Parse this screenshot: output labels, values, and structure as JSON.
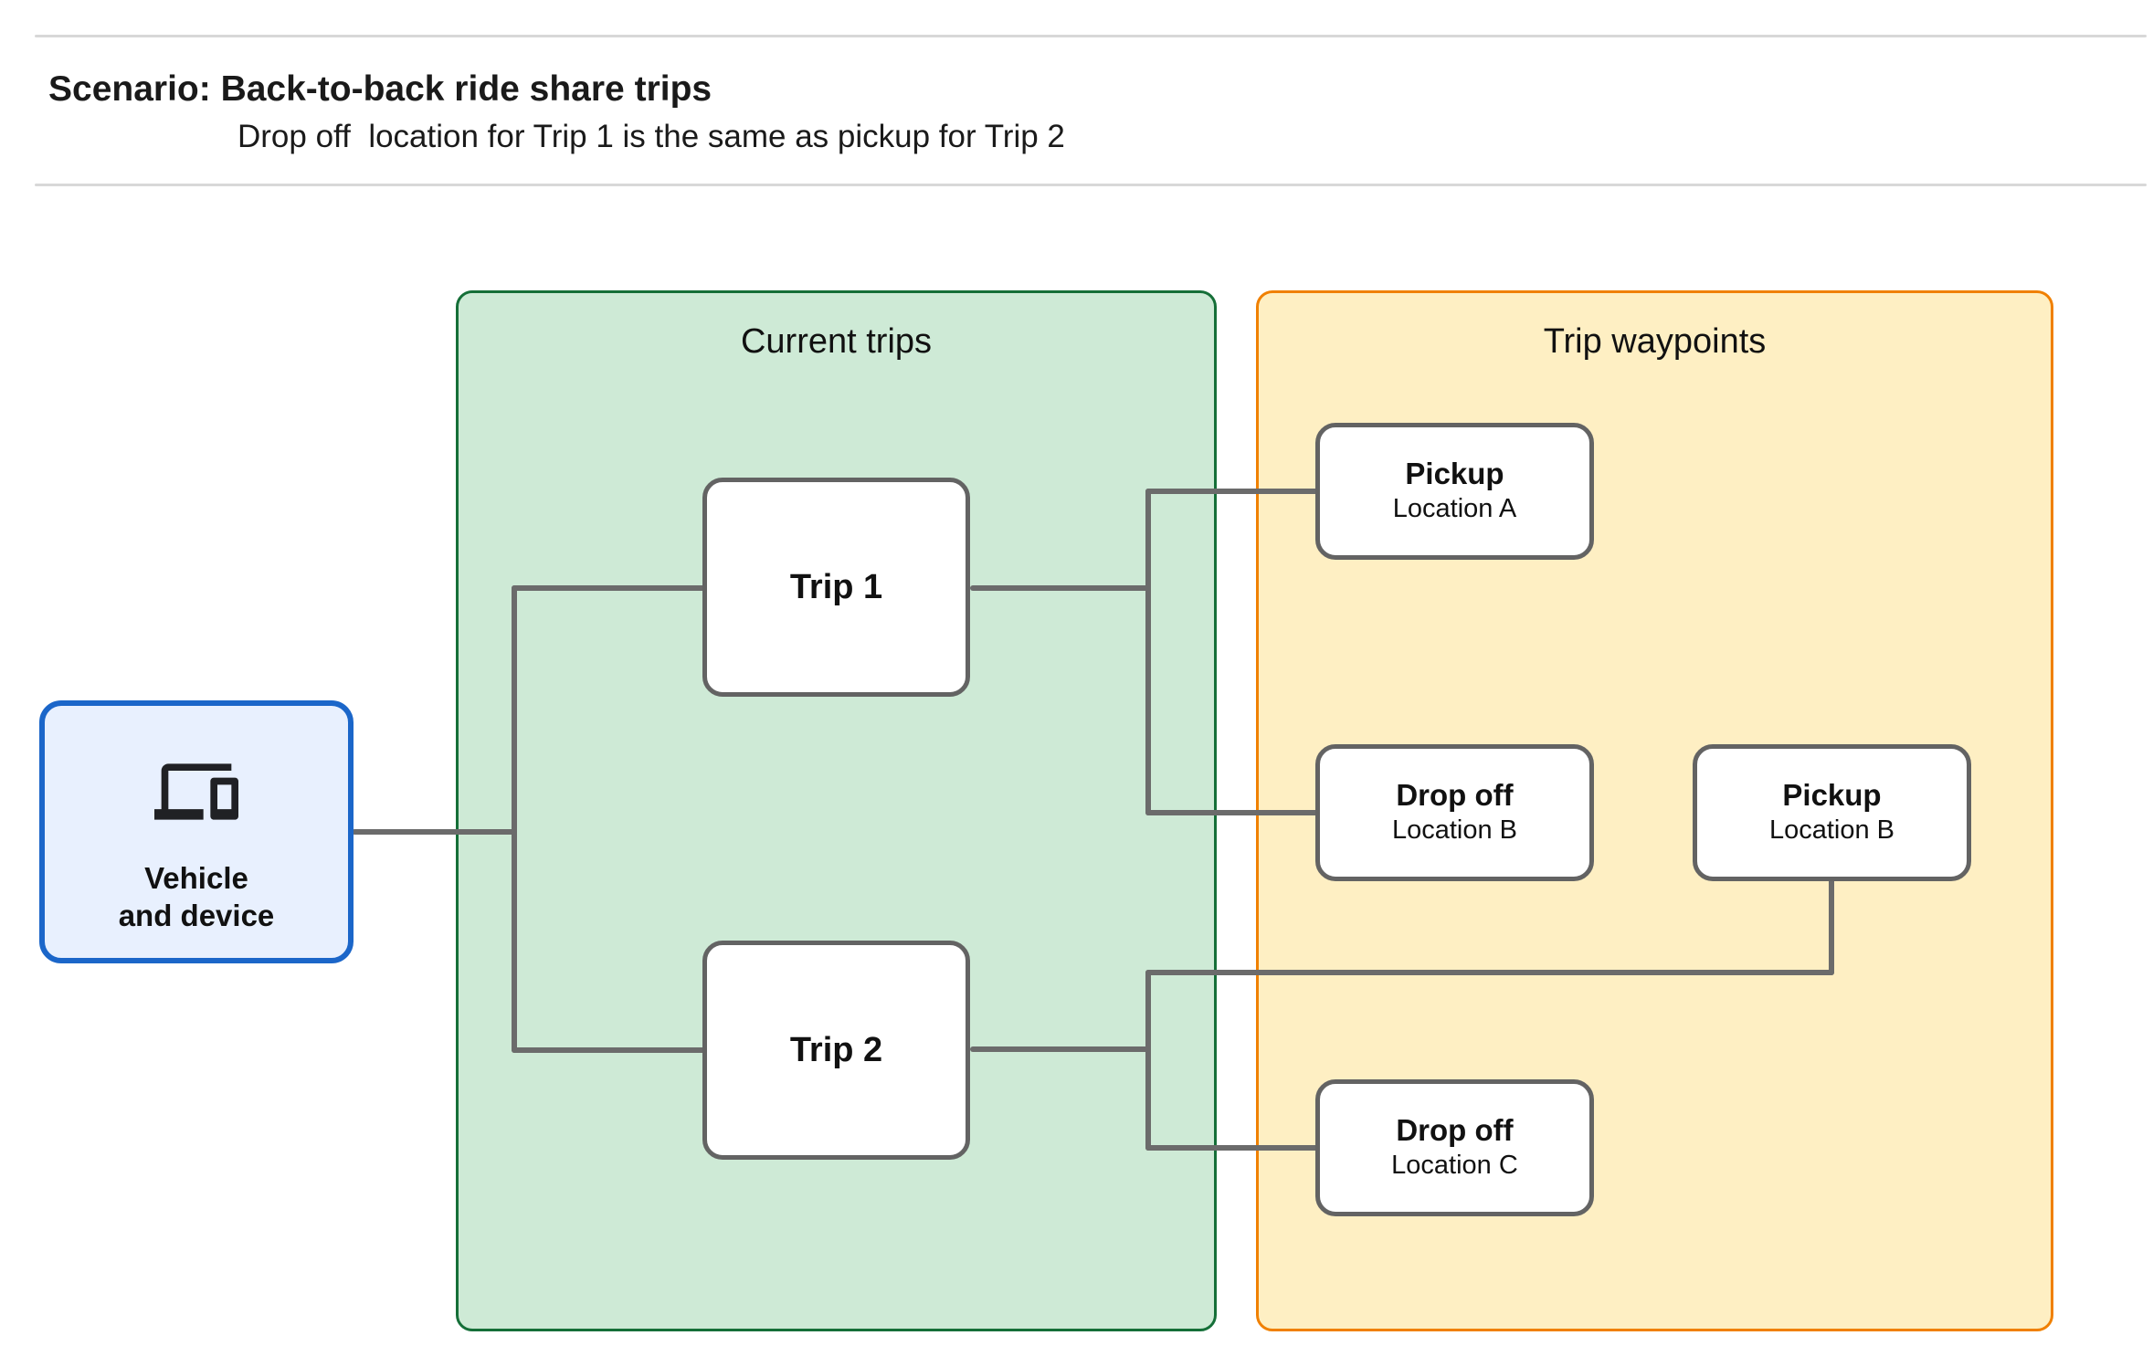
{
  "header": {
    "title": "Scenario: Back-to-back ride share trips",
    "subtitle": "Drop off  location for Trip 1 is the same as pickup for Trip 2"
  },
  "diagram": {
    "vehicle": {
      "icon": "devices-icon",
      "line1": "Vehicle",
      "line2": "and device"
    },
    "groups": {
      "current_trips": {
        "title": "Current trips"
      },
      "trip_waypoints": {
        "title": "Trip waypoints"
      }
    },
    "trips": [
      {
        "label": "Trip 1"
      },
      {
        "label": "Trip 2"
      }
    ],
    "waypoints": [
      {
        "title": "Pickup",
        "subtitle": "Location A"
      },
      {
        "title": "Drop off",
        "subtitle": "Location B"
      },
      {
        "title": "Pickup",
        "subtitle": "Location B"
      },
      {
        "title": "Drop off",
        "subtitle": "Location C"
      }
    ]
  },
  "colors": {
    "vehicle_fill": "#e8f0fe",
    "vehicle_border": "#1b66c9",
    "current_trips_fill": "#ceead6",
    "current_trips_border": "#156f38",
    "trip_waypoints_fill": "#feefc3",
    "trip_waypoints_border": "#f08000",
    "node_border": "#636363",
    "connector": "#6b6b6b",
    "divider": "#d8d8d8",
    "text": "#111111"
  }
}
